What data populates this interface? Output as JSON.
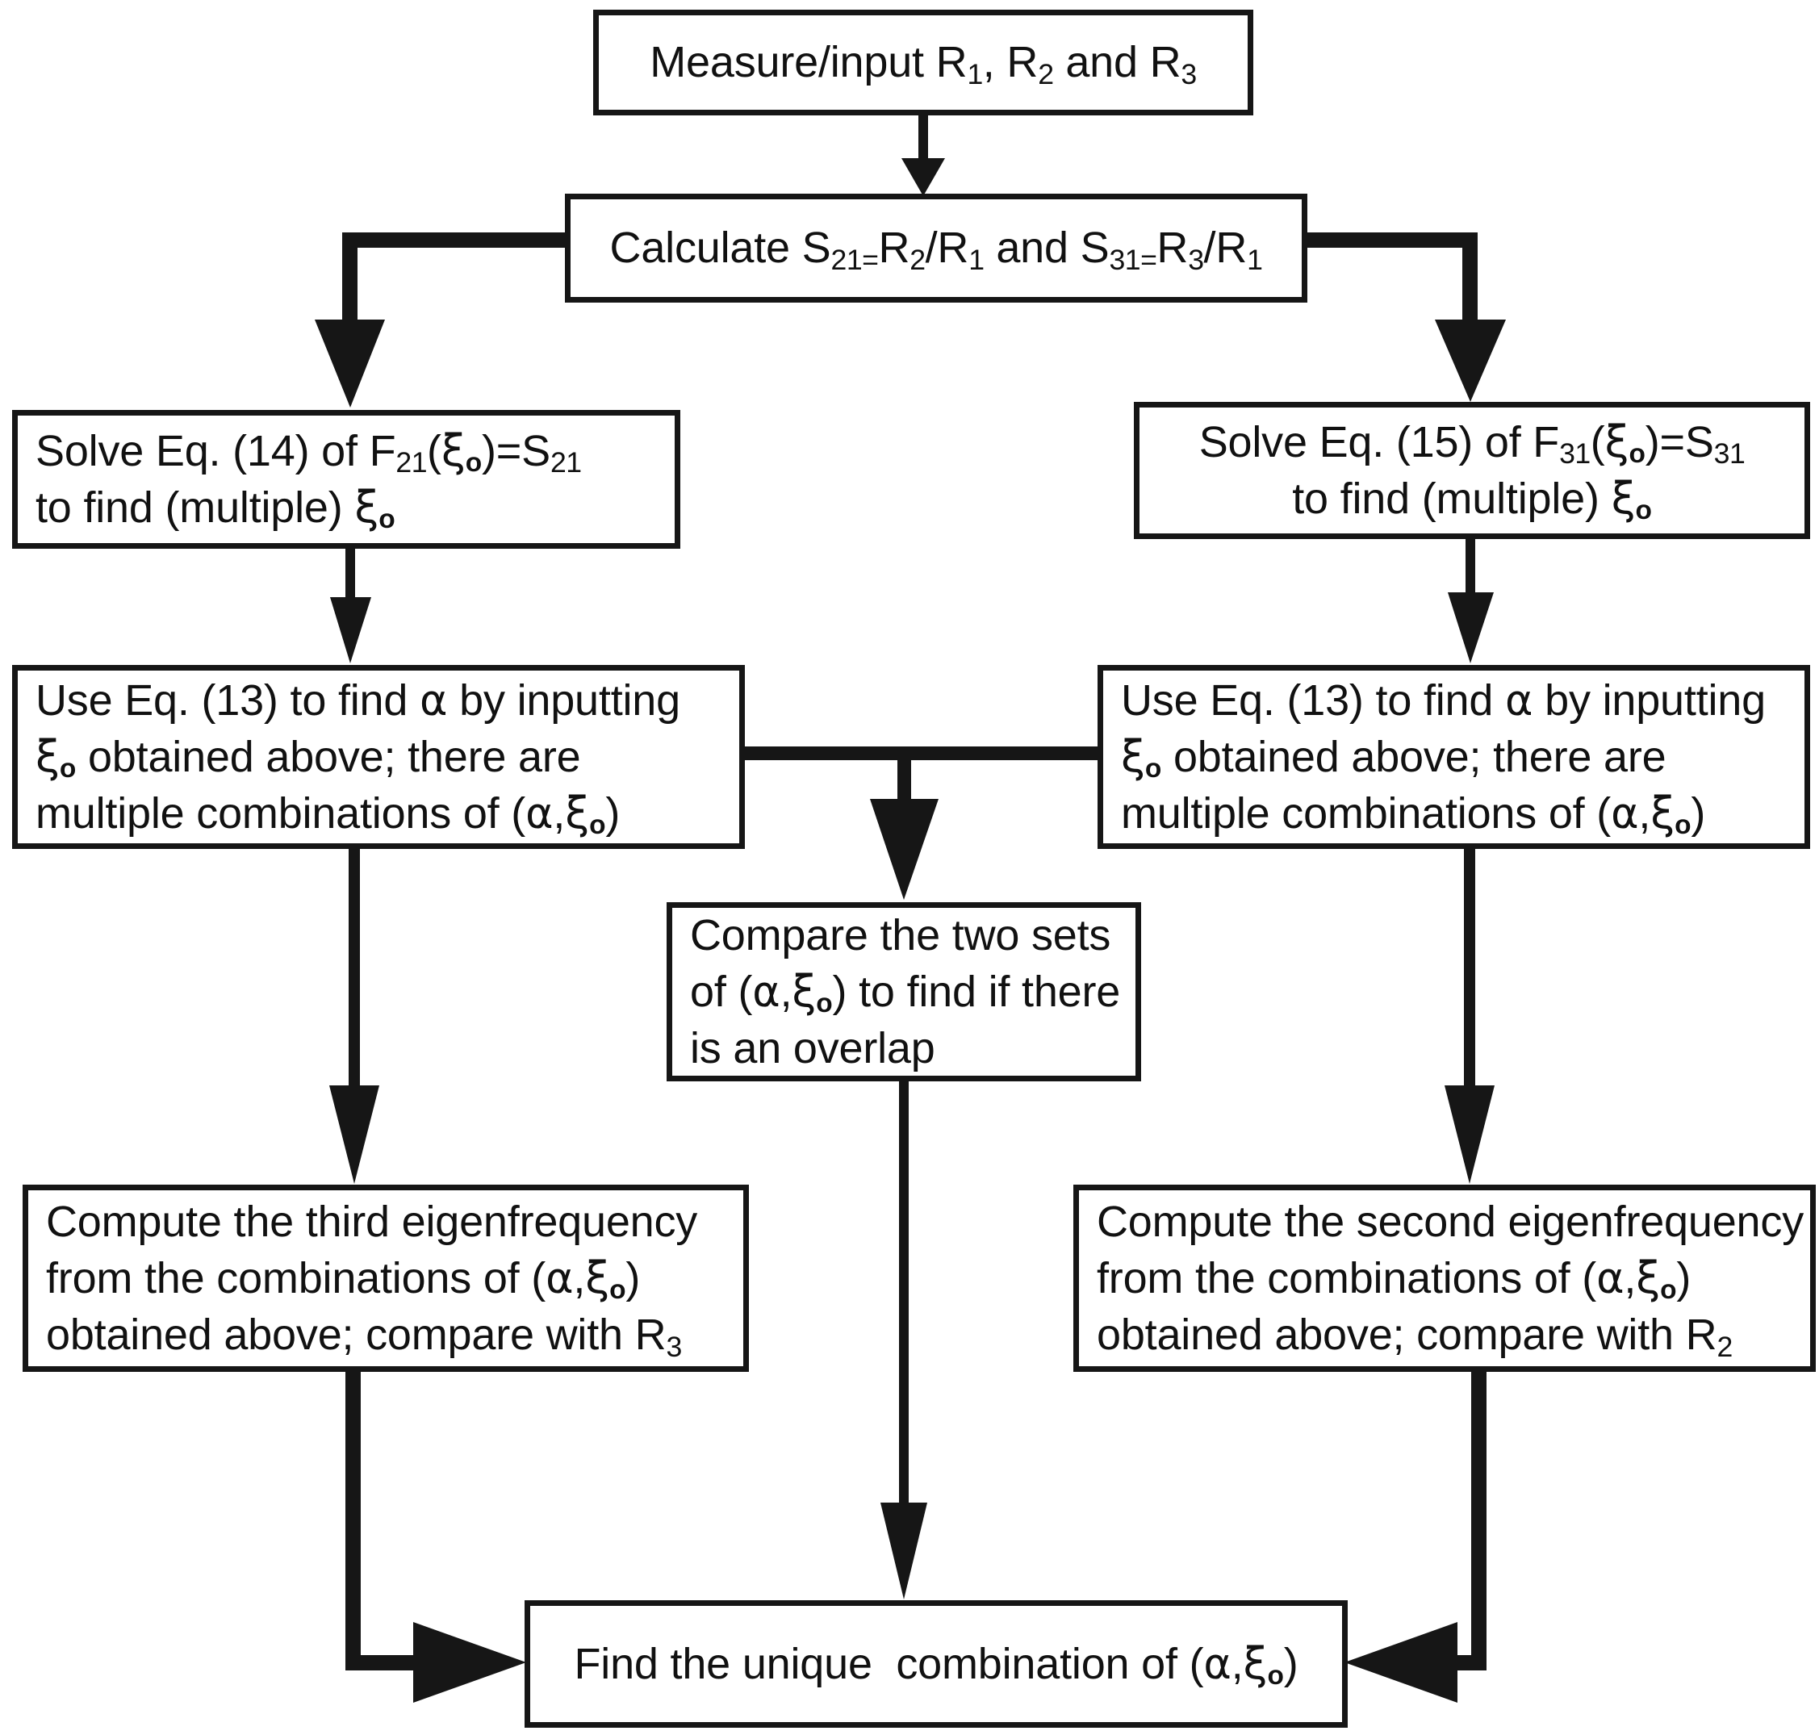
{
  "diagram": {
    "title": "Flowchart for determining the unique combination of (alpha, xi_o)",
    "background_color": "#ffffff",
    "line_color": "#161616",
    "text_color": "#111111"
  },
  "nodes": {
    "measure": {
      "id": "measure-input",
      "lines": [
        "Measure/input R₁, R₂ and R₃"
      ],
      "text_plain": "Measure/input R1, R2 and R3",
      "align": "center"
    },
    "calculate": {
      "id": "calculate-ratios",
      "lines": [
        "Calculate S₂₁=R₂/R₁ and S₃₁=R₃/R₁"
      ],
      "text_plain": "Calculate S21=R2/R1 and S31=R3/R1",
      "align": "center"
    },
    "solve14": {
      "id": "solve-eq-14",
      "lines": [
        "Solve Eq. (14) of F₂₁(ξₒ)=S₂₁",
        "to find (multiple) ξₒ"
      ],
      "text_plain": "Solve Eq. (14) of F21(ξo)=S21 to find (multiple) ξo",
      "align": "left"
    },
    "solve15": {
      "id": "solve-eq-15",
      "lines": [
        "Solve Eq. (15) of F₃₁(ξₒ)=S₃₁",
        "to find (multiple) ξₒ"
      ],
      "text_plain": "Solve Eq. (15) of F31(ξo)=S31 to find (multiple) ξo",
      "align": "center"
    },
    "use13_left": {
      "id": "use-eq-13-left",
      "lines": [
        "Use Eq. (13) to find α by inputting",
        "ξₒ obtained above; there are",
        "multiple combinations of (α,ξₒ)"
      ],
      "text_plain": "Use Eq. (13) to find α by inputting ξo obtained above; there are multiple combinations of (α,ξo)",
      "align": "left"
    },
    "use13_right": {
      "id": "use-eq-13-right",
      "lines": [
        "Use Eq. (13) to find α by inputting",
        "ξₒ obtained above; there are",
        "multiple combinations of (α,ξₒ)"
      ],
      "text_plain": "Use Eq. (13) to find α by inputting ξo obtained above; there are multiple combinations of (α,ξo)",
      "align": "left"
    },
    "compare": {
      "id": "compare-two-sets",
      "lines": [
        "Compare the two sets",
        "of (α,ξₒ) to find if there",
        "is an overlap"
      ],
      "text_plain": "Compare the two sets of (α,ξo) to find if there is an overlap",
      "align": "left"
    },
    "third": {
      "id": "compute-third-eigenfrequency",
      "lines": [
        "Compute the third eigenfrequency",
        "from the combinations of (α,ξₒ)",
        "obtained above; compare with R₃"
      ],
      "text_plain": "Compute the third eigenfrequency from the combinations of (α,ξo) obtained above; compare with R3",
      "align": "left"
    },
    "second": {
      "id": "compute-second-eigenfrequency",
      "lines": [
        "Compute the second eigenfrequency",
        "from the combinations of (α,ξₒ)",
        "obtained above; compare with R₂"
      ],
      "text_plain": "Compute the second eigenfrequency from the combinations of (α,ξo) obtained above; compare with R2",
      "align": "left"
    },
    "unique": {
      "id": "find-unique-combination",
      "lines": [
        "Find the unique  combination of (α,ξₒ)"
      ],
      "text_plain": "Find the unique  combination of (α,ξo)",
      "align": "center"
    }
  },
  "connectors": [
    {
      "name": "measure-to-calculate",
      "from": "measure",
      "to": "calculate",
      "style": "straight-down"
    },
    {
      "name": "calculate-to-solve14",
      "from": "calculate",
      "to": "solve14",
      "style": "left-elbow-down"
    },
    {
      "name": "calculate-to-solve15",
      "from": "calculate",
      "to": "solve15",
      "style": "right-elbow-down"
    },
    {
      "name": "solve14-to-use13-left",
      "from": "solve14",
      "to": "use13_left",
      "style": "straight-down"
    },
    {
      "name": "solve15-to-use13-right",
      "from": "solve15",
      "to": "use13_right",
      "style": "straight-down"
    },
    {
      "name": "use13pair-to-compare",
      "from": "use13_left",
      "to": "compare",
      "style": "tee-down"
    },
    {
      "name": "use13-left-to-third",
      "from": "use13_left",
      "to": "third",
      "style": "straight-down"
    },
    {
      "name": "use13-right-to-second",
      "from": "use13_right",
      "to": "second",
      "style": "straight-down"
    },
    {
      "name": "compare-to-unique",
      "from": "compare",
      "to": "unique",
      "style": "straight-down"
    },
    {
      "name": "third-to-unique",
      "from": "third",
      "to": "unique",
      "style": "down-then-right"
    },
    {
      "name": "second-to-unique",
      "from": "second",
      "to": "unique",
      "style": "down-then-left"
    }
  ]
}
